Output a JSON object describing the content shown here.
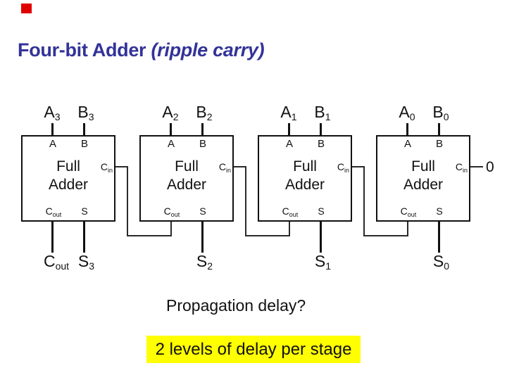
{
  "title": {
    "main": "Four-bit Adder",
    "emphasis": " (ripple carry)"
  },
  "colors": {
    "title": "#333399",
    "highlight_bg": "#ffff00",
    "marker_red": "#e00000",
    "wire": "#111111"
  },
  "diagram": {
    "labels": {
      "a": "A",
      "b": "B",
      "full": "Full",
      "adder": "Adder",
      "c": "C",
      "cin_sub": "in",
      "cout_sub": "out",
      "s": "S"
    },
    "stages": [
      {
        "bit": "3",
        "a_sub": "3",
        "b_sub": "3",
        "sum_sub": "3"
      },
      {
        "bit": "2",
        "a_sub": "2",
        "b_sub": "2",
        "sum_sub": "2"
      },
      {
        "bit": "1",
        "a_sub": "1",
        "b_sub": "1",
        "sum_sub": "1"
      },
      {
        "bit": "0",
        "a_sub": "0",
        "b_sub": "0",
        "sum_sub": "0"
      }
    ],
    "carry_in_value": "0"
  },
  "question": "Propagation delay?",
  "highlight": {
    "text": "2 levels of delay per stage"
  }
}
